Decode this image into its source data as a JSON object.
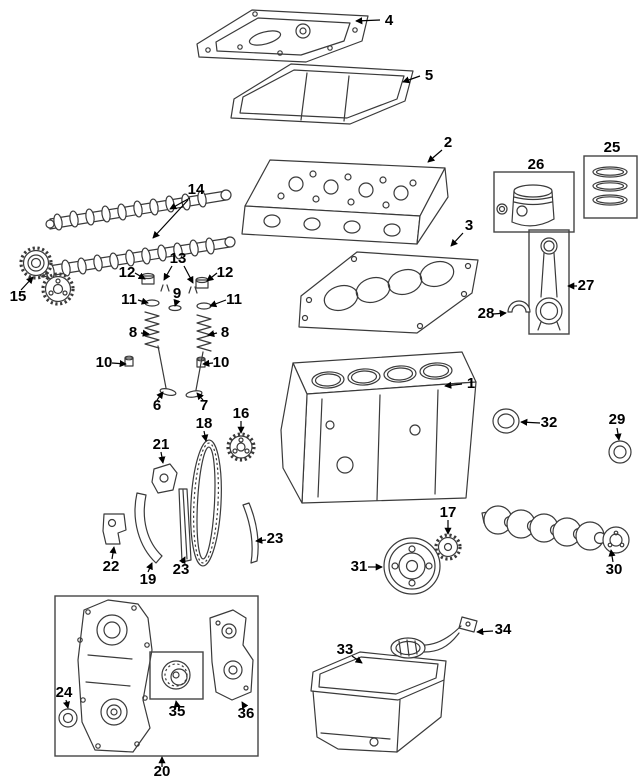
{
  "diagram": {
    "background": "#ffffff",
    "line_color": "#3a3a3a",
    "label_color": "#000000"
  },
  "callouts": {
    "c1": "1",
    "c2": "2",
    "c3": "3",
    "c4": "4",
    "c5": "5",
    "c6": "6",
    "c7": "7",
    "c8a": "8",
    "c8b": "8",
    "c9": "9",
    "c10a": "10",
    "c10b": "10",
    "c11a": "11",
    "c11b": "11",
    "c12a": "12",
    "c12b": "12",
    "c13": "13",
    "c14": "14",
    "c15": "15",
    "c16": "16",
    "c17": "17",
    "c18": "18",
    "c19": "19",
    "c20": "20",
    "c21": "21",
    "c22": "22",
    "c23a": "23",
    "c23b": "23",
    "c24": "24",
    "c25": "25",
    "c26": "26",
    "c27": "27",
    "c28": "28",
    "c29": "29",
    "c30": "30",
    "c31": "31",
    "c32": "32",
    "c33": "33",
    "c34": "34",
    "c35": "35",
    "c36": "36"
  }
}
